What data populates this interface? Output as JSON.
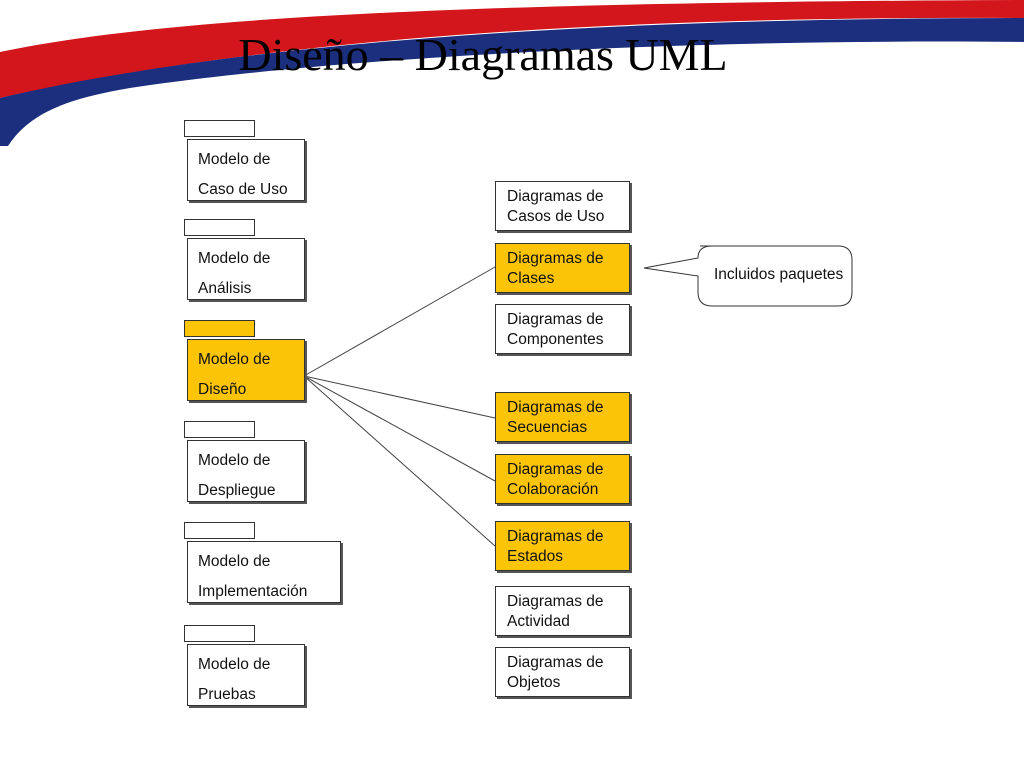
{
  "slide": {
    "title": "Diseño – Diagramas UML",
    "colors": {
      "red": "#d3161c",
      "blue": "#1b2f7e",
      "highlight": "#fcc407"
    }
  },
  "packages": [
    {
      "lines": [
        "Modelo de",
        "Caso de Uso"
      ],
      "highlighted": false
    },
    {
      "lines": [
        "Modelo de",
        "Análisis"
      ],
      "highlighted": false
    },
    {
      "lines": [
        "Modelo de",
        "Diseño"
      ],
      "highlighted": true
    },
    {
      "lines": [
        "Modelo de",
        "Despliegue"
      ],
      "highlighted": false
    },
    {
      "lines": [
        "Modelo de",
        "Implementación"
      ],
      "highlighted": false
    },
    {
      "lines": [
        "Modelo de",
        "Pruebas"
      ],
      "highlighted": false
    }
  ],
  "diagrams": [
    {
      "lines": [
        "Diagramas de",
        "Casos de Uso"
      ],
      "highlighted": false
    },
    {
      "lines": [
        "Diagramas de",
        "Clases"
      ],
      "highlighted": true
    },
    {
      "lines": [
        "Diagramas de",
        "Componentes"
      ],
      "highlighted": false
    },
    {
      "lines": [
        "Diagramas de",
        "Secuencias"
      ],
      "highlighted": true
    },
    {
      "lines": [
        "Diagramas de",
        "Colaboración"
      ],
      "highlighted": true
    },
    {
      "lines": [
        "Diagramas de",
        "Estados"
      ],
      "highlighted": true
    },
    {
      "lines": [
        "Diagramas de",
        "Actividad"
      ],
      "highlighted": false
    },
    {
      "lines": [
        "Diagramas de",
        "Objetos"
      ],
      "highlighted": false
    }
  ],
  "callout": {
    "text": "Incluidos paquetes"
  },
  "connections": {
    "from": "Modelo de Diseño",
    "to": [
      "Diagramas de Clases",
      "Diagramas de Secuencias",
      "Diagramas de Colaboración",
      "Diagramas de Estados"
    ]
  }
}
